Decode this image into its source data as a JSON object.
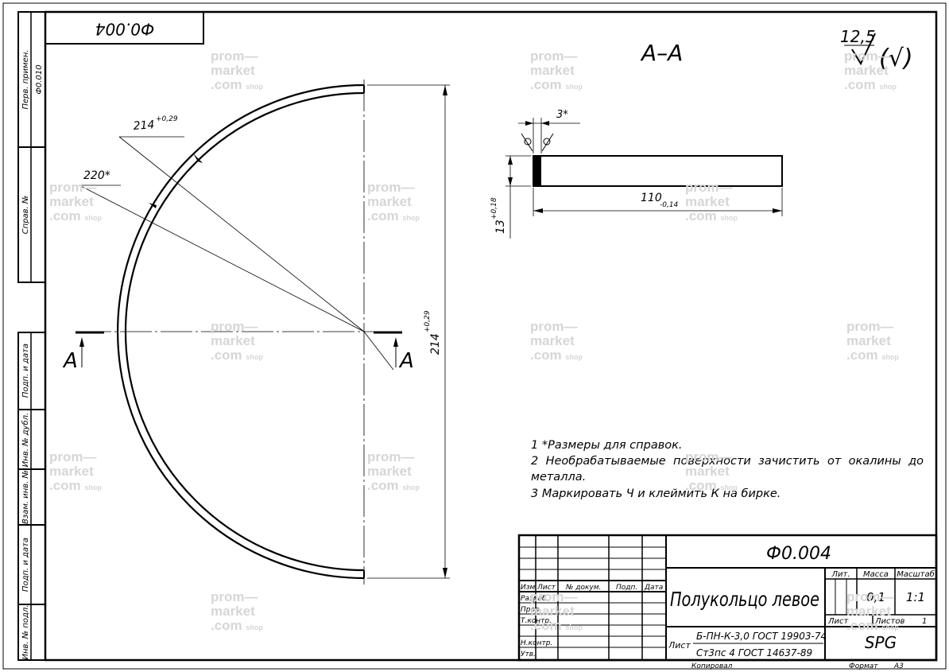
{
  "drawing": {
    "corner_code_inverted": "Ф0.004",
    "section_label": "A–A",
    "roughness": {
      "value": "12,5",
      "extra": "(√)"
    },
    "section_marker_left": "A",
    "section_marker_right": "A",
    "dims": {
      "inner_d_value": "214",
      "inner_d_tol": "+0,29",
      "outer_ref": "220*",
      "height_value": "214",
      "height_tol": "+0,29",
      "length_value": "110",
      "length_tol": "-0,14",
      "thickness_value": "13",
      "thickness_tol": "+0,18",
      "chamfer": "3*"
    }
  },
  "side_stamp": [
    "Перв. примен.",
    "Ф0.010",
    "Справ. №",
    "Подп. и дата",
    "Инв. № дубл.",
    "Взам. инв. №",
    "Подп. и дата",
    "Инв. № подл."
  ],
  "notes": [
    "1 *Размеры для справок.",
    "2 Необрабатываемые поверхности зачистить от окалины до металла.",
    "3 Маркировать Ч и клеймить К на бирке."
  ],
  "title_block": {
    "designation": "Ф0.004",
    "part_name": "Полукольцо левое",
    "headers": {
      "izm": "Изм",
      "list": "Лист",
      "doc": "№ докум.",
      "podp": "Подп.",
      "data": "Дата"
    },
    "roles": [
      "Разраб.",
      "Пров.",
      "Т.контр.",
      "Н.контр.",
      "Утв."
    ],
    "material_word": "Лист",
    "material_line1": "Б-ПН-К-3,0 ГОСТ 19903-74",
    "material_line2": "Ст3пс 4 ГОСТ 14637-89",
    "lit_label": "Лит.",
    "mass_label": "Масса",
    "scale_label": "Масштаб",
    "mass": "0,1",
    "scale": "1:1",
    "sheet_label": "Лист",
    "sheets_label": "Листов",
    "sheets": "1",
    "company": "SPG",
    "copied": "Копировал",
    "format_label": "Формат",
    "format": "А3"
  },
  "watermark": {
    "line1": "prom—",
    "line2": "market",
    "line3": ".com",
    "shop": "shop"
  }
}
